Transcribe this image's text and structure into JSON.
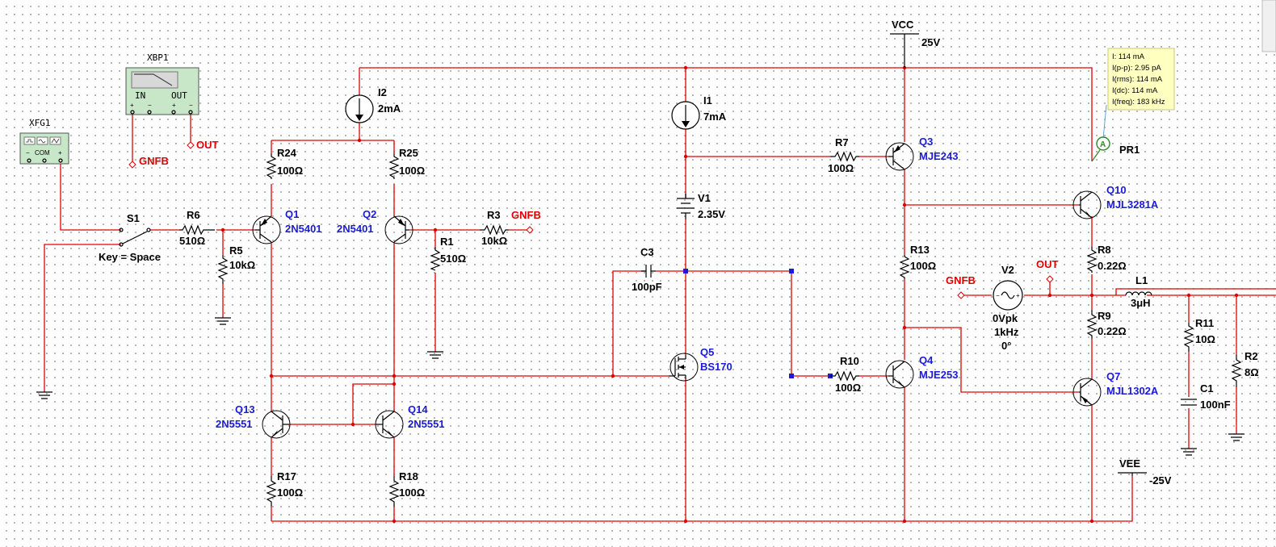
{
  "supplies": {
    "vcc_name": "VCC",
    "vcc_value": "25V",
    "vee_name": "VEE",
    "vee_value": "-25V"
  },
  "instruments": {
    "bode": {
      "name": "XBP1",
      "in_label": "IN",
      "out_label": "OUT"
    },
    "funcgen": {
      "name": "XFG1",
      "com_label": "COM",
      "minus": "−",
      "plus": "+"
    }
  },
  "nets": {
    "gnfb": "GNFB",
    "out": "OUT"
  },
  "components": {
    "I2": {
      "ref": "I2",
      "value": "2mA"
    },
    "I1": {
      "ref": "I1",
      "value": "7mA"
    },
    "R24": {
      "ref": "R24",
      "value": "100Ω"
    },
    "R25": {
      "ref": "R25",
      "value": "100Ω"
    },
    "R6": {
      "ref": "R6",
      "value": "510Ω"
    },
    "R5": {
      "ref": "R5",
      "value": "10kΩ"
    },
    "R1": {
      "ref": "R1",
      "value": "510Ω"
    },
    "R3": {
      "ref": "R3",
      "value": "10kΩ"
    },
    "R7": {
      "ref": "R7",
      "value": "100Ω"
    },
    "R13": {
      "ref": "R13",
      "value": "100Ω"
    },
    "R10": {
      "ref": "R10",
      "value": "100Ω"
    },
    "R8": {
      "ref": "R8",
      "value": "0.22Ω"
    },
    "R9": {
      "ref": "R9",
      "value": "0.22Ω"
    },
    "R11": {
      "ref": "R11",
      "value": "10Ω"
    },
    "R2": {
      "ref": "R2",
      "value": "8Ω"
    },
    "R17": {
      "ref": "R17",
      "value": "100Ω"
    },
    "R18": {
      "ref": "R18",
      "value": "100Ω"
    },
    "S1": {
      "ref": "S1",
      "key": "Key = Space"
    },
    "V1": {
      "ref": "V1",
      "value": "2.35V"
    },
    "C3": {
      "ref": "C3",
      "value": "100pF"
    },
    "C1": {
      "ref": "C1",
      "value": "100nF"
    },
    "L1": {
      "ref": "L1",
      "value": "3μH"
    },
    "V2": {
      "ref": "V2",
      "value1": "0Vpk",
      "value2": "1kHz",
      "value3": "0°"
    },
    "Q1": {
      "ref": "Q1",
      "model": "2N5401"
    },
    "Q2": {
      "ref": "Q2",
      "model": "2N5401"
    },
    "Q3": {
      "ref": "Q3",
      "model": "MJE243"
    },
    "Q4": {
      "ref": "Q4",
      "model": "MJE253"
    },
    "Q5": {
      "ref": "Q5",
      "model": "BS170"
    },
    "Q7": {
      "ref": "Q7",
      "model": "MJL1302A"
    },
    "Q10": {
      "ref": "Q10",
      "model": "MJL3281A"
    },
    "Q13": {
      "ref": "Q13",
      "model": "2N5551"
    },
    "Q14": {
      "ref": "Q14",
      "model": "2N5551"
    }
  },
  "probe": {
    "ref": "PR1",
    "symbol": "A",
    "lines": [
      "I: 114 mA",
      "I(p-p): 2.95 pA",
      "I(rms): 114 mA",
      "I(dc): 114 mA",
      "I(freq): 183 kHz"
    ]
  },
  "colors": {
    "wire": "#e00000",
    "refdes": "#1a1adc",
    "net_label": "#e00000",
    "instrument_fill": "#c8e6c8",
    "tooltip_fill": "#ffffc0"
  }
}
